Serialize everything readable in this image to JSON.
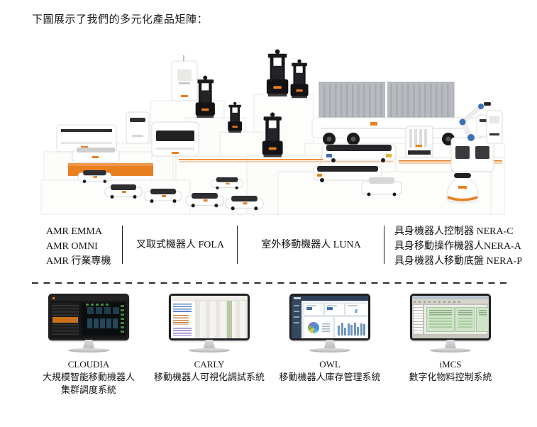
{
  "page": {
    "intro_text": "下圖展示了我們的多元化產品矩陣："
  },
  "colors": {
    "accent_orange": "#E8801F",
    "robot_black": "#1A1A1C",
    "container_gray": "#B7BBC0",
    "text": "#161616"
  },
  "product_columns": [
    {
      "items": [
        "AMR EMMA",
        "AMR OMNI",
        "AMR 行業專機"
      ]
    },
    {
      "items": [
        "叉取式機器人 FOLA"
      ]
    },
    {
      "items": [
        "室外移動機器人 LUNA"
      ]
    },
    {
      "items": [
        "具身機器人控制器 NERA-C",
        "具身移動操作機器人NERA-A",
        "具身機器人移動底盤 NERA-P"
      ]
    }
  ],
  "software_systems": [
    {
      "name": "CLOUDIA",
      "desc_line1": "大規模智能移動機器人",
      "desc_line2": "集群調度系統"
    },
    {
      "name": "CARLY",
      "desc_line1": "移動機器人可視化調試系統",
      "desc_line2": ""
    },
    {
      "name": "OWL",
      "desc_line1": "移動機器人庫存管理系統",
      "desc_line2": ""
    },
    {
      "name": "iMCS",
      "desc_line1": "數字化物料控制系統",
      "desc_line2": ""
    }
  ]
}
